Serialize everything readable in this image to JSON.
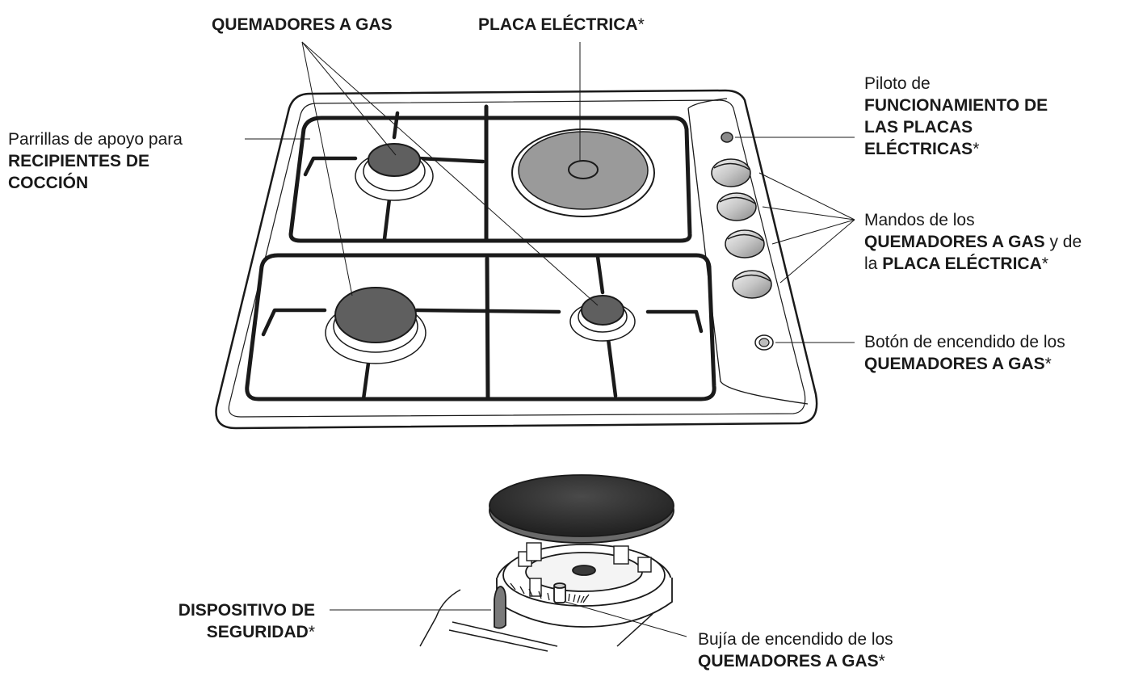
{
  "labels": {
    "gas_burners_top": {
      "bold": "QUEMADORES A GAS"
    },
    "electric_plate_top": {
      "bold": "PLACA ELÉCTRICA",
      "suffix": "*"
    },
    "pan_supports": {
      "line1": "Parrillas de apoyo para",
      "line2": "RECIPIENTES DE",
      "line3": "COCCIÓN"
    },
    "pilot_light": {
      "line1": "Piloto de",
      "line2": "FUNCIONAMIENTO DE",
      "line3": "LAS PLACAS",
      "line4": "ELÉCTRICAS",
      "suffix": "*"
    },
    "control_knobs": {
      "line1": "Mandos de los",
      "line2_bold": "QUEMADORES A GAS",
      "line2_rest": " y de",
      "line3_pre": "la ",
      "line3_bold": "PLACA ELÉCTRICA",
      "suffix": "*"
    },
    "ignition_button": {
      "line1": "Botón de encendido de los",
      "line2": "QUEMADORES A GAS",
      "suffix": "*"
    },
    "safety_device": {
      "line1": "DISPOSITIVO DE",
      "line2": "SEGURIDAD",
      "suffix": "*"
    },
    "spark_plug": {
      "line1": "Bujía de encendido de los",
      "line2": "QUEMADORES A GAS",
      "suffix": "*"
    }
  },
  "colors": {
    "outline": "#1a1a1a",
    "burner_cap": "#5f5f5f",
    "hotplate": "#9a9a9a",
    "knob": "#c8c8c8",
    "lid": "#3a3a3a"
  }
}
